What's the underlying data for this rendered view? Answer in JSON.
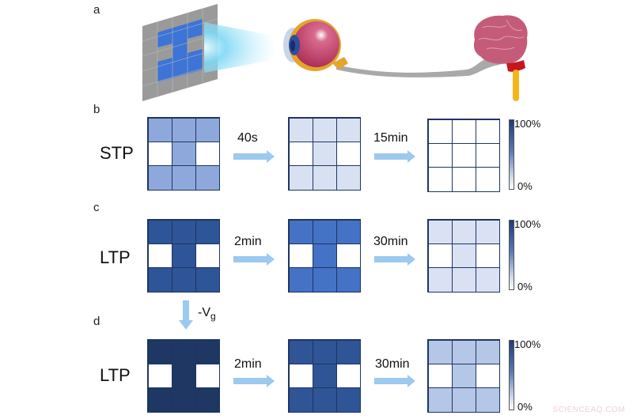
{
  "panels": {
    "a": {
      "letter": "a"
    },
    "b": {
      "letter": "b",
      "row_label": "STP",
      "steps": [
        {
          "label": "40s"
        },
        {
          "label": "15min"
        }
      ],
      "grids": [
        {
          "fill": "#8fa8dc",
          "pattern": [
            1,
            1,
            1,
            0,
            1,
            0,
            1,
            1,
            1
          ]
        },
        {
          "fill": "#d8e1f2",
          "pattern": [
            1,
            1,
            1,
            0,
            1,
            0,
            1,
            1,
            1
          ]
        },
        {
          "fill": "#ffffff",
          "pattern": [
            1,
            1,
            1,
            1,
            1,
            1,
            1,
            1,
            1
          ]
        }
      ]
    },
    "c": {
      "letter": "c",
      "row_label": "LTP",
      "steps": [
        {
          "label": "2min"
        },
        {
          "label": "30min"
        }
      ],
      "grids": [
        {
          "fill": "#2d5597",
          "pattern": [
            1,
            1,
            1,
            0,
            1,
            0,
            1,
            1,
            1
          ]
        },
        {
          "fill": "#4472c4",
          "pattern": [
            1,
            1,
            1,
            0,
            1,
            0,
            1,
            1,
            1
          ]
        },
        {
          "fill": "#d9e1f3",
          "pattern": [
            1,
            1,
            1,
            0,
            1,
            0,
            1,
            1,
            1
          ]
        }
      ]
    },
    "d": {
      "letter": "d",
      "row_label": "LTP",
      "steps": [
        {
          "label": "2min"
        },
        {
          "label": "30min"
        }
      ],
      "grids": [
        {
          "fill": "#1f3763",
          "pattern": [
            1,
            1,
            1,
            0,
            1,
            0,
            1,
            1,
            1
          ]
        },
        {
          "fill": "#2f5597",
          "pattern": [
            1,
            1,
            1,
            0,
            1,
            0,
            1,
            1,
            1
          ]
        },
        {
          "fill": "#b4c7e7",
          "pattern": [
            1,
            1,
            1,
            0,
            1,
            0,
            1,
            1,
            1
          ]
        }
      ]
    }
  },
  "transition": {
    "label_main": "-V",
    "label_sub": "g"
  },
  "colorbar": {
    "max_label": "100%",
    "min_label": "0%"
  },
  "illustration": {
    "display": "5x5 pixel display showing H pattern",
    "light": "blue light beam",
    "eye": "eye",
    "nerve": "optic nerve",
    "brain": "brain"
  },
  "watermark": "SCIENCEAQ.COM",
  "colors": {
    "arrow": "#9cc9ee",
    "grid_line": "#1f3563",
    "display_gray": "#9a9a9a",
    "display_blue": "#3d74d6"
  }
}
